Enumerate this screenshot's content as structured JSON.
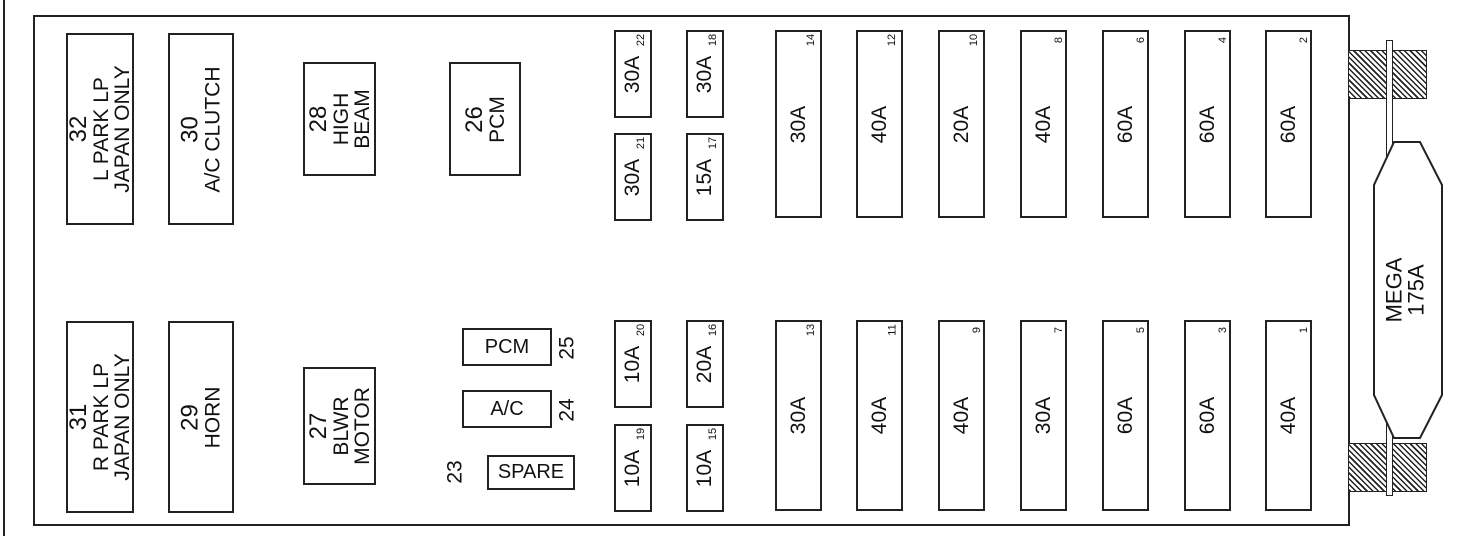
{
  "relays": [
    {
      "id": "32",
      "lines": [
        "L PARK LP",
        "JAPAN ONLY"
      ]
    },
    {
      "id": "30",
      "lines": [
        "A/C CLUTCH"
      ]
    },
    {
      "id": "28",
      "lines": [
        "HIGH",
        "BEAM"
      ]
    },
    {
      "id": "26",
      "lines": [
        "PCM"
      ]
    },
    {
      "id": "31",
      "lines": [
        "R PARK LP",
        "JAPAN ONLY"
      ]
    },
    {
      "id": "29",
      "lines": [
        "HORN"
      ]
    },
    {
      "id": "27",
      "lines": [
        "BLWR",
        "MOTOR"
      ]
    }
  ],
  "mini_relays": [
    {
      "id": "25",
      "label": "PCM"
    },
    {
      "id": "24",
      "label": "A/C"
    },
    {
      "id": "23",
      "label": "SPARE"
    }
  ],
  "small_fuses": [
    {
      "id": "22",
      "rating": "30A"
    },
    {
      "id": "18",
      "rating": "30A"
    },
    {
      "id": "21",
      "rating": "30A"
    },
    {
      "id": "17",
      "rating": "15A"
    },
    {
      "id": "20",
      "rating": "10A"
    },
    {
      "id": "16",
      "rating": "20A"
    },
    {
      "id": "19",
      "rating": "10A"
    },
    {
      "id": "15",
      "rating": "10A"
    }
  ],
  "large_fuses_top": [
    {
      "id": "14",
      "rating": "30A"
    },
    {
      "id": "12",
      "rating": "40A"
    },
    {
      "id": "10",
      "rating": "20A"
    },
    {
      "id": "8",
      "rating": "40A"
    },
    {
      "id": "6",
      "rating": "60A"
    },
    {
      "id": "4",
      "rating": "60A"
    },
    {
      "id": "2",
      "rating": "60A"
    }
  ],
  "large_fuses_bottom": [
    {
      "id": "13",
      "rating": "30A"
    },
    {
      "id": "11",
      "rating": "40A"
    },
    {
      "id": "9",
      "rating": "40A"
    },
    {
      "id": "7",
      "rating": "30A"
    },
    {
      "id": "5",
      "rating": "60A"
    },
    {
      "id": "3",
      "rating": "60A"
    },
    {
      "id": "1",
      "rating": "40A"
    }
  ],
  "mega_fuse": {
    "lines": [
      "MEGA",
      "175A"
    ]
  }
}
